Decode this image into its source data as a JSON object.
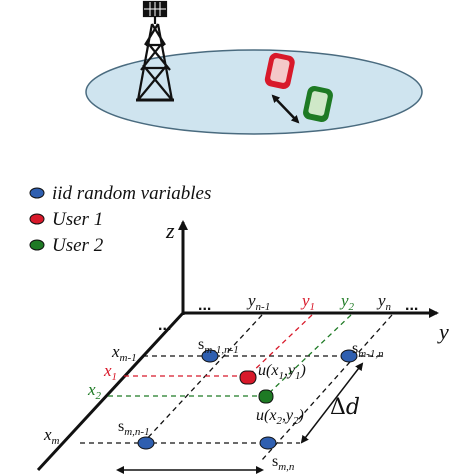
{
  "legend": {
    "iid": {
      "label": "iid random variables",
      "color": "#2f5fb0"
    },
    "user1": {
      "label": "User 1",
      "color": "#d8192a"
    },
    "user2": {
      "label": "User 2",
      "color": "#1e7a24"
    }
  },
  "axes": {
    "z": "z",
    "y": "y",
    "x_dots": "...",
    "y_dots_left": "...",
    "y_dots_right": "..."
  },
  "y_ticks": {
    "yn1": {
      "base": "y",
      "sub": "n-1"
    },
    "y1": {
      "base": "y",
      "sub": "1"
    },
    "y2": {
      "base": "y",
      "sub": "2"
    },
    "yn": {
      "base": "y",
      "sub": "n"
    }
  },
  "x_ticks": {
    "xm1": {
      "base": "x",
      "sub": "m-1"
    },
    "x1": {
      "base": "x",
      "sub": "1"
    },
    "x2": {
      "base": "x",
      "sub": "2"
    },
    "xm": {
      "base": "x",
      "sub": "m"
    }
  },
  "nodes": {
    "s11": {
      "base": "s",
      "sub": "m-1,n-1"
    },
    "s12": {
      "base": "s",
      "sub": "m-1,n"
    },
    "s21": {
      "base": "s",
      "sub": "m,n-1"
    },
    "s22": {
      "base": "s",
      "sub": "m,n"
    }
  },
  "users": {
    "u1": {
      "prefix": "u(x",
      "s1": "1",
      "mid": ",y",
      "s2": "1",
      "suffix": ")"
    },
    "u2": {
      "prefix": "u(x",
      "s1": "2",
      "mid": ",y",
      "s2": "2",
      "suffix": ")"
    }
  },
  "delta": {
    "base": "Δ",
    "var": "d"
  },
  "colors": {
    "cell_fill": "#cfe4ef",
    "cell_stroke": "#4a6b7f",
    "red": "#d8192a",
    "green": "#1e7a24",
    "blue": "#2f5fb0"
  }
}
